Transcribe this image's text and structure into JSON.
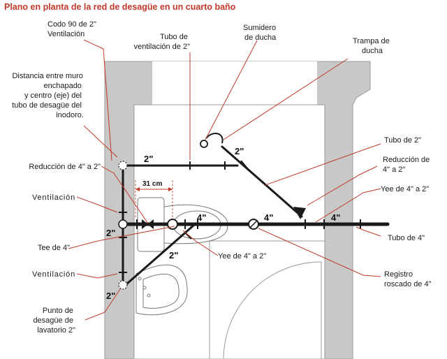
{
  "title": "Plano en planta de la red de desagüe en un cuarto baño",
  "labels": {
    "codo_90": [
      "Codo 90 de 2\"",
      "Ventilación"
    ],
    "tubo_vent": [
      "Tubo de",
      "ventilación de 2\""
    ],
    "sumidero": [
      "Sumidero",
      "de ducha"
    ],
    "trampa": [
      "Trampa de",
      "ducha"
    ],
    "distancia": [
      "Distancia entre muro",
      "enchapado",
      "y centro (eje) del",
      "tubo de desagüe del",
      "inodoro."
    ],
    "tubo_2": [
      "Tubo de 2\""
    ],
    "red_4a2_left": [
      "Reducción de 4\" a 2\""
    ],
    "red_4a2_right": [
      "Reducción de",
      "4\" a 2\""
    ],
    "yee_4a2_right": [
      "Yee de 4\" a 2\""
    ],
    "ventilacion_1": [
      "Ventilación"
    ],
    "tubo_4": [
      "Tubo de 4\""
    ],
    "tee_4": [
      "Tee de 4\""
    ],
    "yee_4a2_center": [
      "Yee de 4\" a 2\""
    ],
    "ventilacion_2": [
      "Ventilación"
    ],
    "registro": [
      "Registro",
      "roscado de 4\""
    ],
    "punto_desague": [
      "Punto de",
      "desagüe de",
      "lavatorio 2\""
    ]
  },
  "sizes": {
    "top_2": "2\"",
    "shower_2": "2\"",
    "center_4": "4\"",
    "mid_4": "4\"",
    "right_4": "4\"",
    "left_2": "2\"",
    "diag_2": "2\"",
    "bottom_2": "2\""
  },
  "dimension": "31 cm",
  "colors": {
    "title": "#c0392b",
    "pipe": "#1a1a1a",
    "wall": "#c8c8c8",
    "leader": "#c0392b",
    "dim": "#c0392b"
  }
}
